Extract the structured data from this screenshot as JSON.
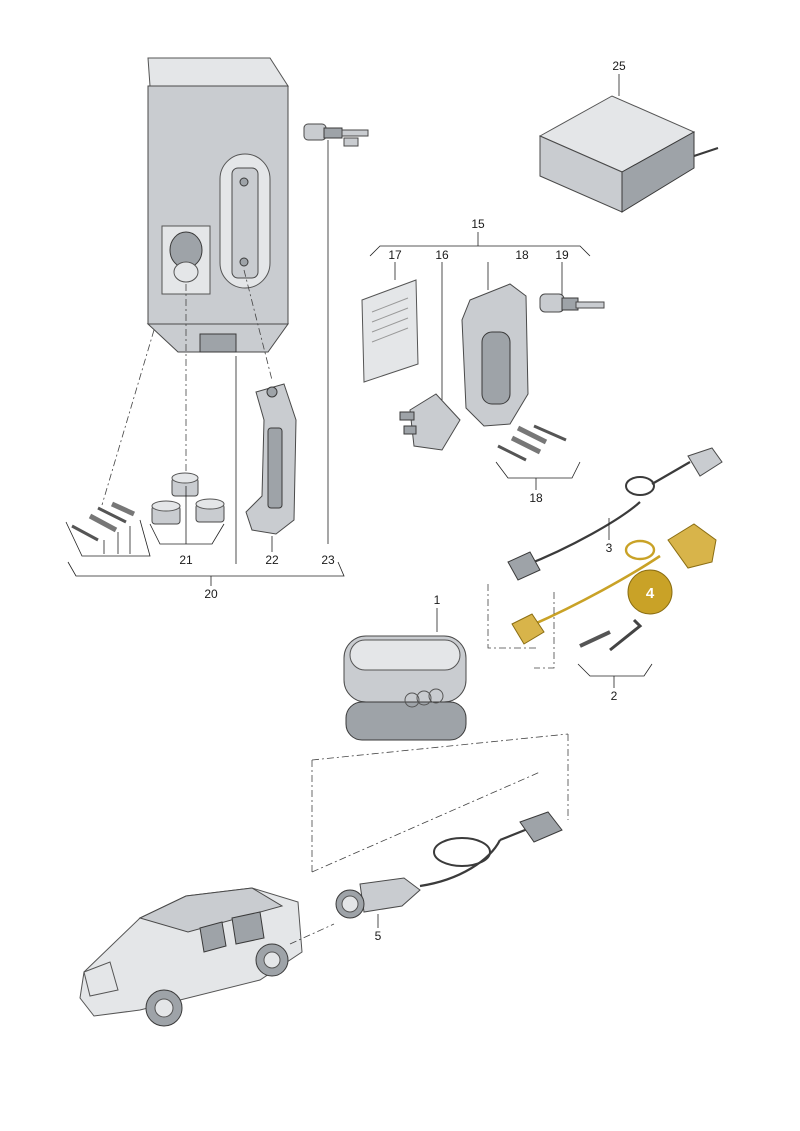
{
  "callouts": {
    "p1": "1",
    "p2": "2",
    "p3": "3",
    "p4": "4",
    "p5": "5",
    "p15": "15",
    "p16": "16",
    "p17": "17",
    "p18a": "18",
    "p18b": "18",
    "p19": "19",
    "p20": "20",
    "p21": "21",
    "p22": "22",
    "p23": "23",
    "p25": "25"
  },
  "highlight": {
    "part_number": "4",
    "color": "#c9a227"
  },
  "colors": {
    "part_gray": "#c9ccd0",
    "part_dark": "#9ea3a8",
    "highlight_gold": "#c9a227"
  }
}
